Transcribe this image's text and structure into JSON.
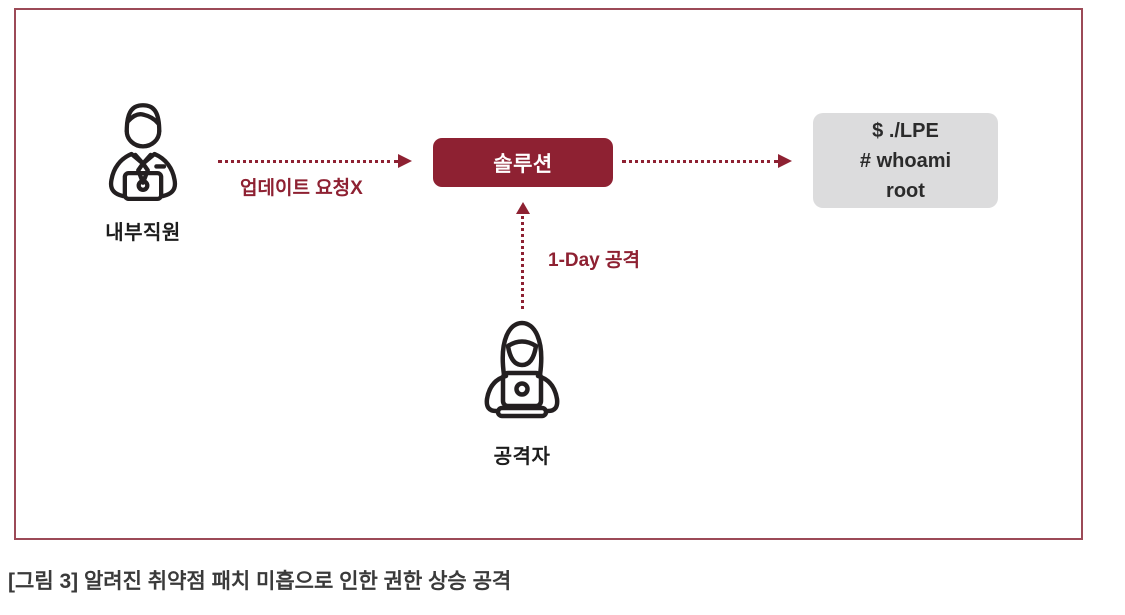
{
  "figure": {
    "employee": {
      "label": "내부직원"
    },
    "update_arrow_label": "업데이트 요청X",
    "solution_label": "솔루션",
    "terminal": {
      "line1": "$ ./LPE",
      "line2": "# whoami",
      "line3": "root"
    },
    "attack_arrow_label": "1-Day 공격",
    "attacker": {
      "label": "공격자"
    }
  },
  "caption": "[그림 3] 알려진 취약점 패치 미흡으로 인한 권한 상승 공격",
  "colors": {
    "accent": "#8e2132",
    "frame_border": "#9c4a57",
    "terminal_bg": "#dcdcdd",
    "terminal_text": "#2b2b2b",
    "icon_stroke": "#231f20",
    "caption_text": "#3a3a3a"
  }
}
